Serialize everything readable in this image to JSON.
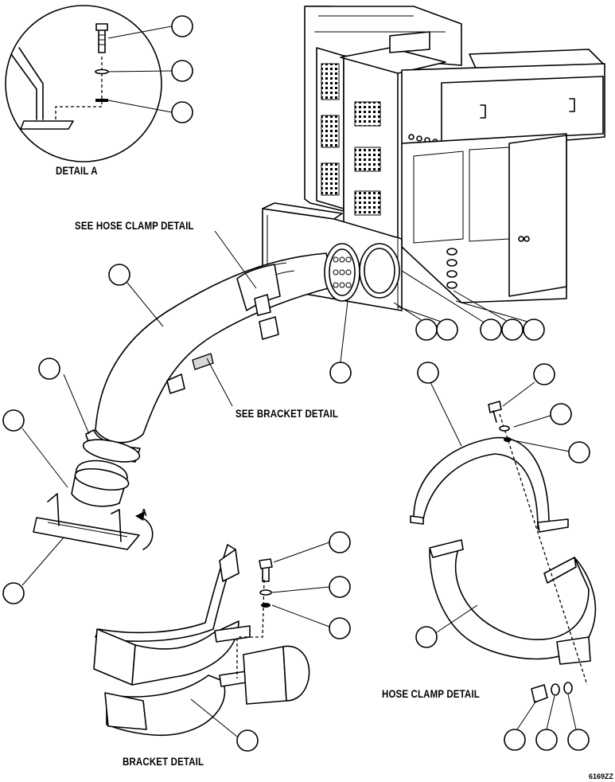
{
  "labels": {
    "detail_a": "DETAIL A",
    "see_hose_clamp_detail": "SEE HOSE CLAMP DETAIL",
    "see_bracket_detail": "SEE BRACKET DETAIL",
    "hose_clamp_detail": "HOSE CLAMP DETAIL",
    "bracket_detail": "BRACKET DETAIL",
    "view_arrow": "A",
    "drawing_code": "6169ZZ"
  }
}
